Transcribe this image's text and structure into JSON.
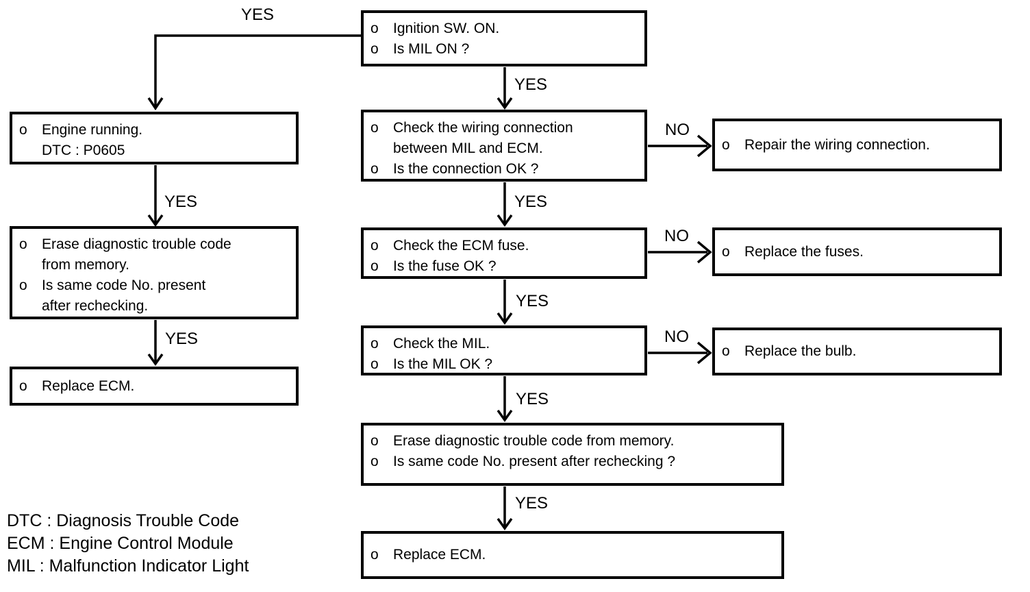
{
  "labels": {
    "yes": "YES",
    "no": "NO"
  },
  "nodes": {
    "ignition": {
      "rows": [
        [
          "o",
          "Ignition SW. ON."
        ],
        [
          "o",
          "Is MIL ON ?"
        ]
      ]
    },
    "engine_running": {
      "rows": [
        [
          "o",
          "Engine running."
        ],
        [
          "",
          "DTC : P0605"
        ]
      ]
    },
    "erase_dtc_left": {
      "rows": [
        [
          "o",
          "Erase diagnostic trouble code"
        ],
        [
          "",
          "from memory."
        ],
        [
          "o",
          "Is same code No. present"
        ],
        [
          "",
          "after rechecking."
        ]
      ]
    },
    "replace_ecm_left": {
      "rows": [
        [
          "o",
          "Replace ECM."
        ]
      ]
    },
    "check_wiring": {
      "rows": [
        [
          "o",
          "Check the wiring connection"
        ],
        [
          "",
          "between MIL and ECM."
        ],
        [
          "o",
          "Is the connection OK ?"
        ]
      ]
    },
    "check_fuse": {
      "rows": [
        [
          "o",
          "Check the ECM fuse."
        ],
        [
          "o",
          "Is the fuse OK ?"
        ]
      ]
    },
    "check_mil": {
      "rows": [
        [
          "o",
          "Check the MIL."
        ],
        [
          "o",
          "Is the MIL OK ?"
        ]
      ]
    },
    "erase_dtc_main": {
      "rows": [
        [
          "o",
          "Erase diagnostic trouble code from memory."
        ],
        [
          "o",
          "Is same code No. present after rechecking ?"
        ]
      ]
    },
    "replace_ecm_main": {
      "rows": [
        [
          "o",
          "Replace ECM."
        ]
      ]
    },
    "repair_wiring": {
      "rows": [
        [
          "o",
          "Repair the wiring connection."
        ]
      ]
    },
    "replace_fuses": {
      "rows": [
        [
          "o",
          "Replace the fuses."
        ]
      ]
    },
    "replace_bulb": {
      "rows": [
        [
          "o",
          "Replace the bulb."
        ]
      ]
    }
  },
  "legend": [
    "DTC : Diagnosis Trouble Code",
    "ECM : Engine Control Module",
    "MIL : Malfunction Indicator Light"
  ],
  "colors": {
    "line": "#000000",
    "background": "#ffffff"
  }
}
